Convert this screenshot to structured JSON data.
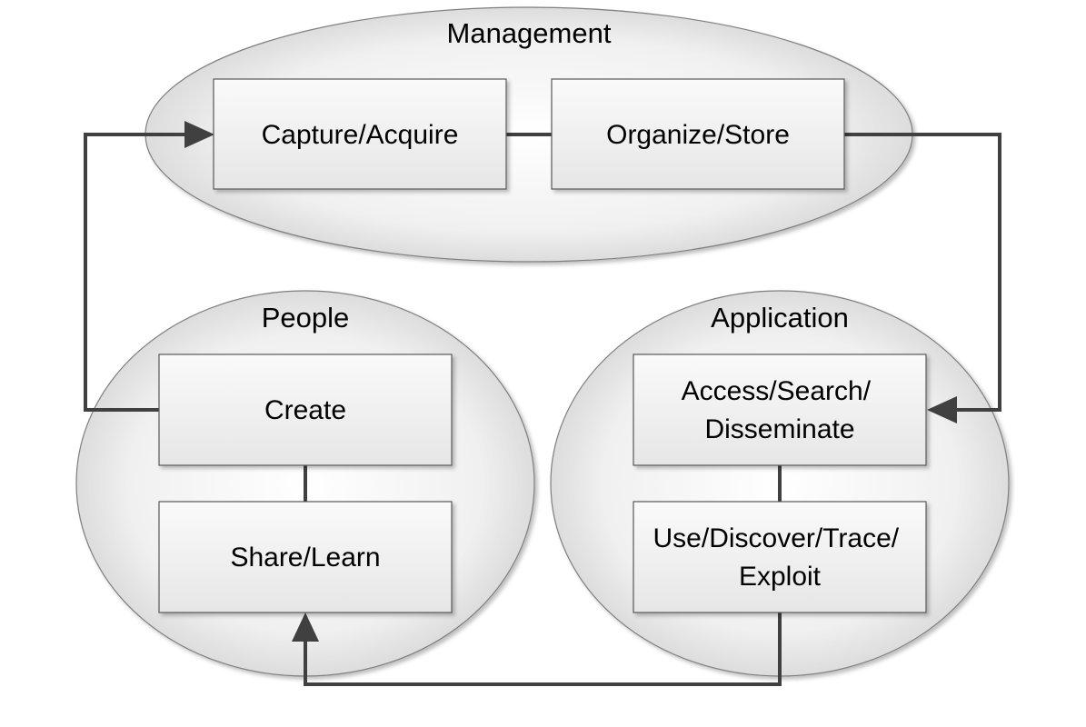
{
  "colors": {
    "ellipse_fill_center": "#ffffff",
    "ellipse_fill_edge": "#d4d4d4",
    "ellipse_stroke": "#7f7f7f",
    "box_fill_top": "#fafafa",
    "box_fill_bottom": "#e6e6e6",
    "box_stroke": "#595959",
    "connector": "#404040"
  },
  "zones": {
    "management": {
      "title": "Management"
    },
    "people": {
      "title": "People"
    },
    "application": {
      "title": "Application"
    }
  },
  "boxes": {
    "capture": {
      "lines": [
        "Capture/Acquire"
      ]
    },
    "organize": {
      "lines": [
        "Organize/Store"
      ]
    },
    "create": {
      "lines": [
        "Create"
      ]
    },
    "share": {
      "lines": [
        "Share/Learn"
      ]
    },
    "access": {
      "lines": [
        "Access/Search/",
        "Disseminate"
      ]
    },
    "use": {
      "lines": [
        "Use/Discover/Trace/",
        "Exploit"
      ]
    }
  }
}
